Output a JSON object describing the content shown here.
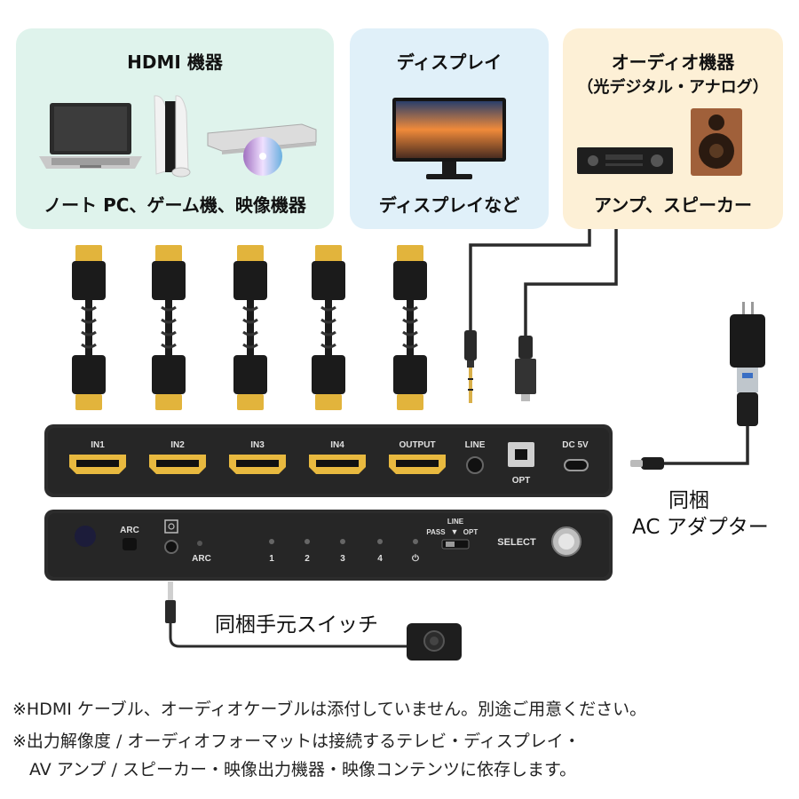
{
  "panels": {
    "hdmi": {
      "title": "HDMI 機器",
      "caption": "ノート PC、ゲーム機、映像機器"
    },
    "display": {
      "title": "ディスプレイ",
      "caption": "ディスプレイなど"
    },
    "audio": {
      "title": "オーディオ機器",
      "subtitle": "（光デジタル・アナログ）",
      "caption": "アンプ、スピーカー"
    }
  },
  "switch_back": {
    "ports": [
      "IN1",
      "IN2",
      "IN3",
      "IN4",
      "OUTPUT"
    ],
    "line": "LINE",
    "opt": "OPT",
    "dc": "DC 5V"
  },
  "switch_front": {
    "arc_top": "ARC",
    "arc_bottom": "ARC",
    "leds": [
      "1",
      "2",
      "3",
      "4",
      "⏻"
    ],
    "mode_top": "LINE",
    "mode_pass": "PASS",
    "mode_arrow": "▼",
    "mode_opt": "OPT",
    "select": "SELECT"
  },
  "adapter": {
    "line1": "同梱",
    "line2": "AC アダプター"
  },
  "remote_label": "同梱手元スイッチ",
  "notes": [
    "※HDMI ケーブル、オーディオケーブルは添付していません。別途ご用意ください。",
    "※出力解像度 / オーディオフォーマットは接続するテレビ・ディスプレイ・",
    "　AV アンプ / スピーカー・映像出力機器・映像コンテンツに依存します。"
  ],
  "colors": {
    "hdmi_panel": "#dff3ec",
    "display_panel": "#e0f0f9",
    "audio_panel": "#fdf0d6",
    "connector_gold": "#e2b43c",
    "device_body": "#2a2a2a"
  }
}
